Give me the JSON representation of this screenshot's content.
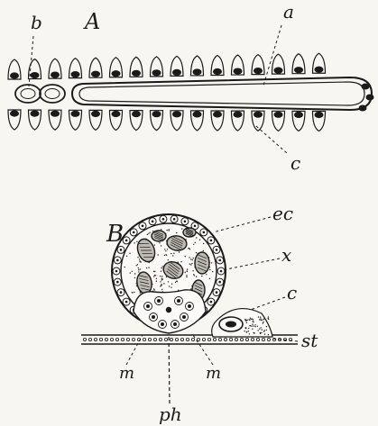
{
  "figure": {
    "panel_a": {
      "title": "A",
      "labels": {
        "a": "a",
        "b": "b",
        "c": "c"
      }
    },
    "panel_b": {
      "title": "B",
      "labels": {
        "ec": "ec",
        "x": "x",
        "c": "c",
        "st": "st",
        "m_left": "m",
        "m_right": "m",
        "ph": "ph"
      }
    }
  },
  "colors": {
    "ink": "#1a1a1a",
    "paper": "#f7f6f1"
  }
}
